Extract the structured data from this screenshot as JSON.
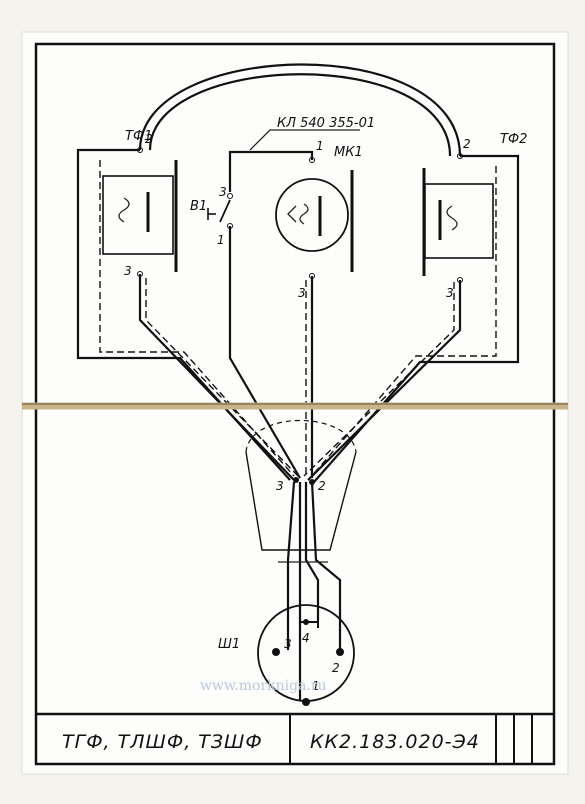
{
  "labels": {
    "part_number": "КЛ 540 355-01",
    "tf1": "ТФ1",
    "tf2": "ТФ2",
    "mk1": "МК1",
    "b1": "В1",
    "sh1": "Ш1"
  },
  "pins": {
    "tf1_top": "2",
    "tf1_bottom": "3",
    "tf2_top": "2",
    "tf2_bottom": "3",
    "mk1_top": "1",
    "mk1_bottom": "3",
    "b1_top": "3",
    "b1_bottom": "1",
    "junction_left": "3",
    "junction_right": "2",
    "sh1_p3": "3",
    "sh1_p4": "4",
    "sh1_p2": "2",
    "sh1_p1": "1"
  },
  "title_block": {
    "name": "ТГФ, ТЛШФ, ТЗШФ",
    "code": "КК2.183.020-Э4"
  },
  "watermark": "www.morkniga.ru"
}
